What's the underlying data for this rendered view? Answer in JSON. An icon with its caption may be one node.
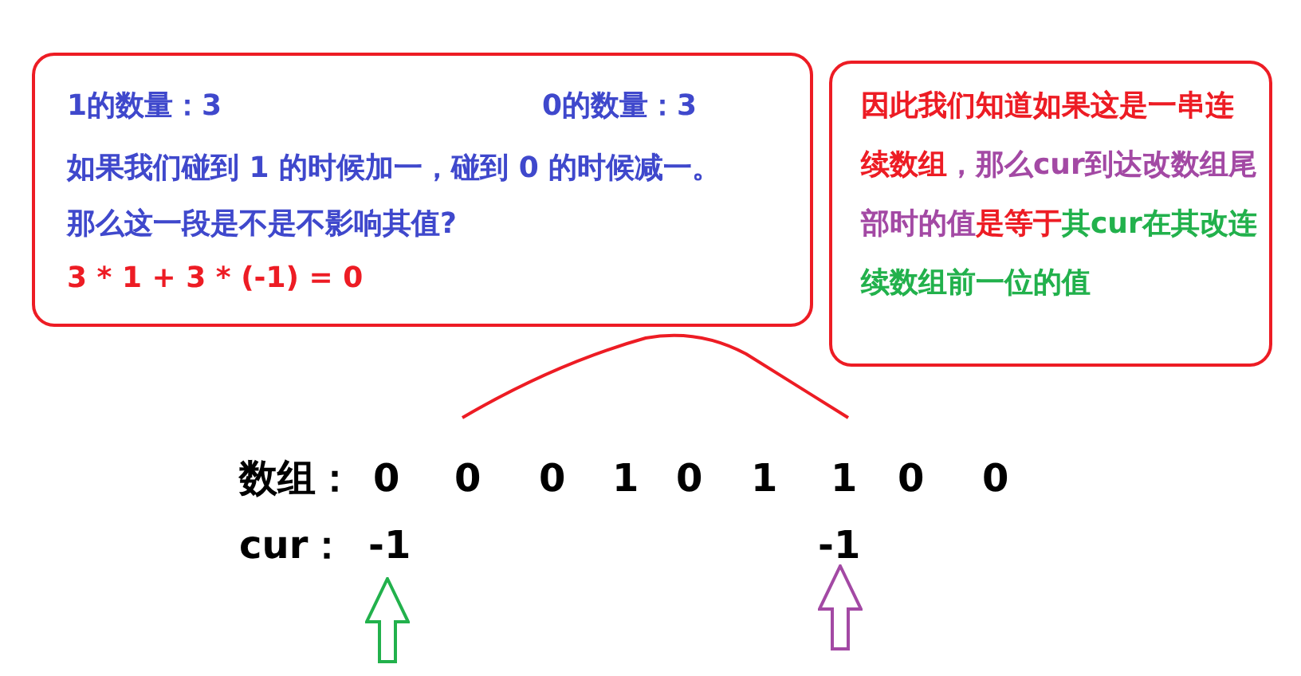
{
  "diagram": {
    "nodes": [
      {
        "text": [
          "1的数量：3",
          "0的数量：3",
          "如果我们碰到 1 的时候加一，碰到 0 的时候减一。",
          "那么这一段是不是不影响其值?",
          "3 * 1 + 3 * (-1) = 0"
        ]
      },
      {
        "text": [
          "因此我们知道如果这是一串连续数组",
          "，那么cur到达改数组尾部时的值",
          "是等",
          "于",
          "其cur在其改连续数组前一位的值"
        ]
      }
    ],
    "edges": [],
    "labels": [
      "数组：",
      "0",
      "0",
      "0",
      "1",
      "0",
      "1",
      "1",
      "0",
      "0",
      "cur：",
      "-1",
      "-1"
    ]
  }
}
